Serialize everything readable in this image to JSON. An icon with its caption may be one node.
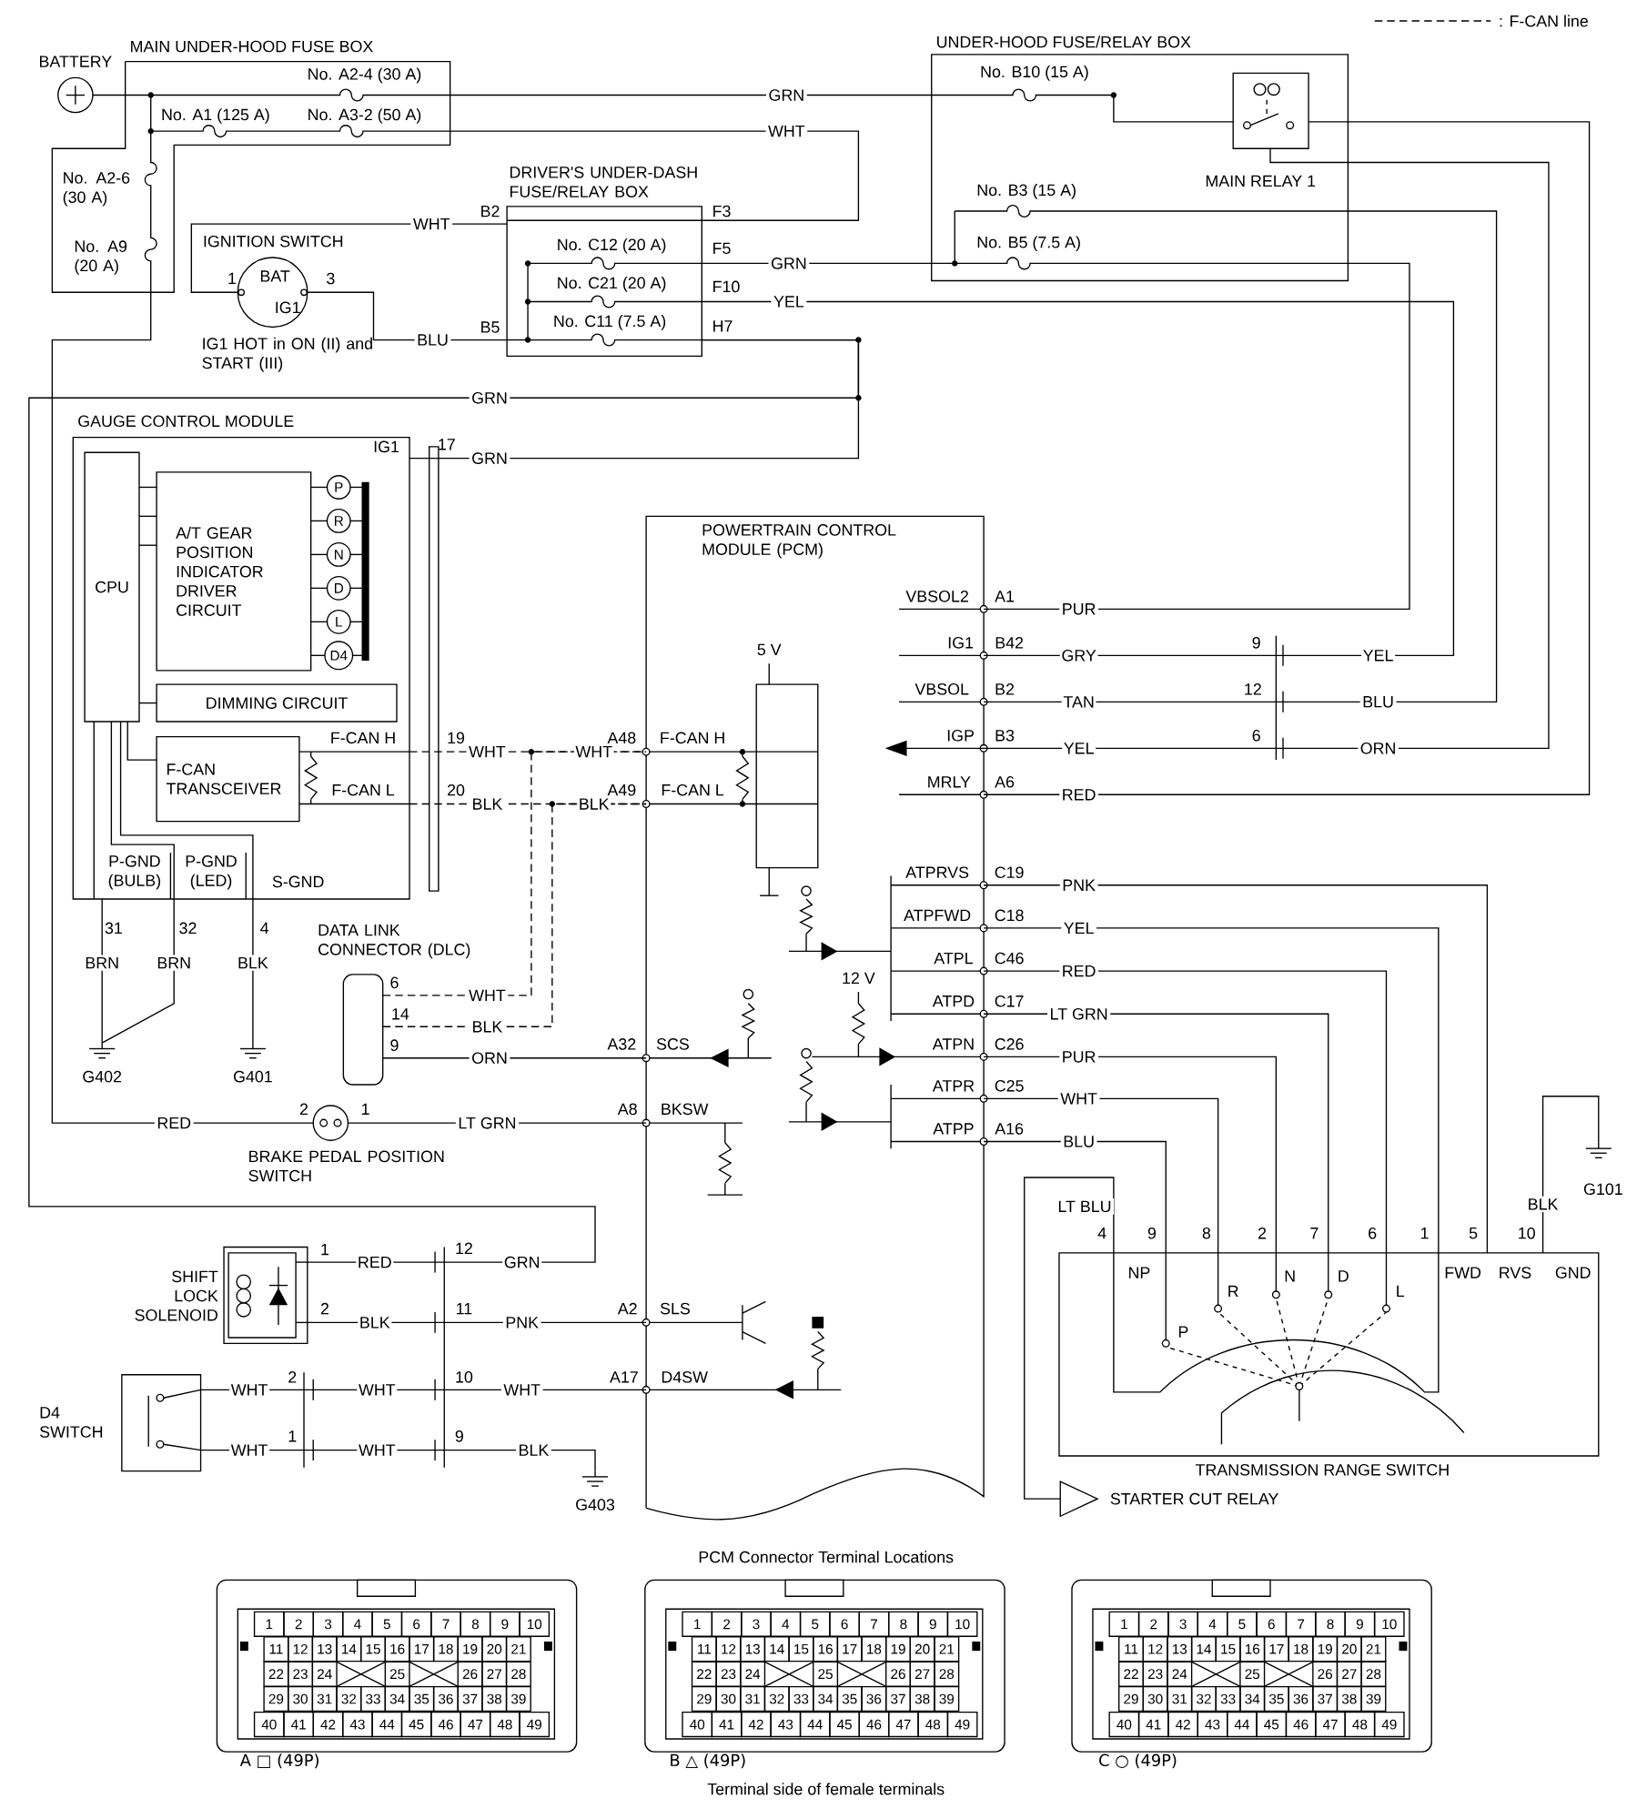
{
  "diagram": {
    "nodes": [
      {
        "text": [
          "BATTERY"
        ]
      },
      {
        "text": [
          "MAIN UNDER-HOOD FUSE BOX"
        ]
      },
      {
        "text": [
          "UNDER-HOOD FUSE/RELAY BOX"
        ]
      },
      {
        "text": [
          "MAIN RELAY 1"
        ],
        "in": 2
      },
      {
        "text": [
          "DRIVER'S UNDER-DASH FUSE/RELAY BOX"
        ]
      },
      {
        "text": [
          "IGNITION SWITCH",
          "BAT",
          "IG1"
        ],
        "beside": [
          "IG1 HOT in ON (II) and START (III)"
        ]
      },
      {
        "text": [
          "GAUGE CONTROL MODULE"
        ]
      },
      {
        "text": [
          "CPU"
        ],
        "in": 6
      },
      {
        "text": [
          "A/T GEAR POSITION INDICATOR DRIVER CIRCUIT"
        ],
        "in": 6
      },
      {
        "text": [
          "P"
        ],
        "in": 6
      },
      {
        "text": [
          "R"
        ],
        "in": 6
      },
      {
        "text": [
          "N"
        ],
        "in": 6
      },
      {
        "text": [
          "D"
        ],
        "in": 6
      },
      {
        "text": [
          "L"
        ],
        "in": 6
      },
      {
        "text": [
          "D4"
        ],
        "in": 6
      },
      {
        "text": [
          "DIMMING CIRCUIT"
        ],
        "in": 6
      },
      {
        "text": [
          "F-CAN TRANSCEIVER"
        ],
        "in": 6
      },
      {
        "text": [
          "POWERTRAIN CONTROL MODULE (PCM)"
        ]
      },
      {
        "text": [
          "DATA LINK CONNECTOR (DLC)"
        ]
      },
      {
        "text": [
          "BRAKE PEDAL POSITION SWITCH"
        ]
      },
      {
        "text": [
          "SHIFT LOCK SOLENOID"
        ]
      },
      {
        "text": [
          "D4 SWITCH"
        ]
      },
      {
        "text": [
          "TRANSMISSION RANGE SWITCH"
        ]
      },
      {
        "text": [
          "STARTER CUT RELAY"
        ]
      },
      {
        "text": [
          "G402"
        ]
      },
      {
        "text": [
          "G401"
        ]
      },
      {
        "text": [
          "G101"
        ]
      },
      {
        "text": [
          "G403"
        ]
      },
      {
        "text": [],
        "shape": "bar",
        "in": 6
      }
    ],
    "edges": [
      {
        "from": 0,
        "to": 1,
        "arrow": "none"
      },
      {
        "from": 1,
        "to": 2,
        "arrow": "none",
        "label": "GRN"
      },
      {
        "from": 1,
        "to": 4,
        "arrow": "none",
        "label": "WHT"
      },
      {
        "from": 4,
        "to": 5,
        "arrow": "none",
        "label": "WHT"
      },
      {
        "from": 5,
        "to": 4,
        "arrow": "none",
        "label": "BLU"
      },
      {
        "from": 1,
        "to": 19,
        "arrow": "none",
        "label": "RED"
      },
      {
        "from": 4,
        "to": 6,
        "arrow": "none",
        "label": "GRN"
      },
      {
        "from": 4,
        "to": 20,
        "arrow": "none",
        "label": "GRN"
      },
      {
        "from": 4,
        "to": 2,
        "arrow": "none",
        "label": "GRN"
      },
      {
        "from": 4,
        "to": 17,
        "arrow": "none",
        "label": "YEL"
      },
      {
        "from": 2,
        "to": 17,
        "arrow": "none",
        "label": "PUR"
      },
      {
        "from": 2,
        "to": 17,
        "arrow": "none",
        "label": "BLU"
      },
      {
        "from": 2,
        "to": 17,
        "arrow": "to",
        "label": "ORN"
      },
      {
        "from": 3,
        "to": 17,
        "arrow": "none",
        "label": "RED"
      },
      {
        "from": 6,
        "to": 17,
        "arrow": "none",
        "label": "WHT",
        "style": "dashed"
      },
      {
        "from": 6,
        "to": 17,
        "arrow": "none",
        "label": "BLK",
        "style": "dashed"
      },
      {
        "from": 18,
        "to": 17,
        "arrow": "none",
        "label": "WHT",
        "style": "dashed"
      },
      {
        "from": 18,
        "to": 17,
        "arrow": "none",
        "label": "BLK",
        "style": "dashed"
      },
      {
        "from": 18,
        "to": 17,
        "arrow": "none",
        "label": "ORN"
      },
      {
        "from": 19,
        "to": 17,
        "arrow": "none",
        "label": "LT GRN"
      },
      {
        "from": 20,
        "to": 17,
        "arrow": "none",
        "label": "PNK"
      },
      {
        "from": 21,
        "to": 17,
        "arrow": "none",
        "label": "WHT"
      },
      {
        "from": 21,
        "to": 27,
        "arrow": "none",
        "label": "BLK"
      },
      {
        "from": 6,
        "to": 24,
        "arrow": "none",
        "label": "BRN"
      },
      {
        "from": 6,
        "to": 24,
        "arrow": "none",
        "label": "BRN"
      },
      {
        "from": 6,
        "to": 25,
        "arrow": "none",
        "label": "BLK"
      },
      {
        "from": 17,
        "to": 22,
        "arrow": "none",
        "label": "PNK"
      },
      {
        "from": 17,
        "to": 22,
        "arrow": "none",
        "label": "YEL"
      },
      {
        "from": 17,
        "to": 22,
        "arrow": "none",
        "label": "RED"
      },
      {
        "from": 17,
        "to": 22,
        "arrow": "none",
        "label": "LT GRN"
      },
      {
        "from": 17,
        "to": 22,
        "arrow": "none",
        "label": "PUR"
      },
      {
        "from": 17,
        "to": 22,
        "arrow": "none",
        "label": "WHT"
      },
      {
        "from": 17,
        "to": 22,
        "arrow": "none",
        "label": "BLU"
      },
      {
        "from": 22,
        "to": 23,
        "arrow": "none",
        "label": "LT BLU"
      },
      {
        "from": 22,
        "to": 26,
        "arrow": "none",
        "label": "BLK"
      },
      {
        "from": 7,
        "to": 8,
        "arrow": "none"
      },
      {
        "from": 7,
        "to": 15,
        "arrow": "none"
      },
      {
        "from": 7,
        "to": 16,
        "arrow": "none"
      },
      {
        "from": 8,
        "to": 9,
        "arrow": "none"
      },
      {
        "from": 8,
        "to": 10,
        "arrow": "none"
      },
      {
        "from": 8,
        "to": 11,
        "arrow": "none"
      },
      {
        "from": 8,
        "to": 12,
        "arrow": "none"
      },
      {
        "from": 8,
        "to": 13,
        "arrow": "none"
      },
      {
        "from": 8,
        "to": 14,
        "arrow": "none"
      },
      {
        "from": 7,
        "to": 8,
        "arrow": "none"
      },
      {
        "from": 7,
        "to": 8,
        "arrow": "none"
      },
      {
        "from": 9,
        "to": 28,
        "arrow": "none"
      },
      {
        "from": 10,
        "to": 28,
        "arrow": "none"
      },
      {
        "from": 11,
        "to": 28,
        "arrow": "none"
      },
      {
        "from": 12,
        "to": 28,
        "arrow": "none"
      },
      {
        "from": 13,
        "to": 28,
        "arrow": "none"
      },
      {
        "from": 14,
        "to": 28,
        "arrow": "none"
      }
    ],
    "labels": [
      "No. A2-4 (30 A)",
      "No. A1 (125 A)",
      "No. A3-2 (50 A)",
      "No. A2-6 (30 A)",
      "No. A9 (20 A)",
      "No. B10 (15 A)",
      "No. B3 (15 A)",
      "No. C12 (20 A)",
      "No. B5 (7.5 A)",
      "No. C21 (20 A)",
      "No. C11 (7.5 A)",
      "B2",
      "F3",
      "F5",
      "F10",
      "B5",
      "H7",
      "1",
      "3",
      "IG1",
      "17",
      "F-CAN H",
      "19",
      "F-CAN L",
      "20",
      "P-GND (BULB)",
      "P-GND (LED)",
      "S-GND",
      "31",
      "32",
      "4",
      "WHT",
      "BLK",
      "A48",
      "F-CAN H",
      "A49",
      "F-CAN L",
      "5 V",
      "VBSOL2",
      "A1",
      "IG1",
      "B42",
      "GRY",
      "9",
      "YEL",
      "VBSOL",
      "B2",
      "TAN",
      "12",
      "IGP",
      "B3",
      "YEL",
      "6",
      "MRLY",
      "A6",
      "ATPRVS",
      "C19",
      "ATPFWD",
      "C18",
      "ATPL",
      "C46",
      "ATPD",
      "C17",
      "12 V",
      "ATPN",
      "C26",
      "ATPR",
      "C25",
      "ATPP",
      "A16",
      "6",
      "14",
      "9",
      "A32",
      "SCS",
      "2",
      "1",
      "A8",
      "BKSW",
      "1",
      "RED",
      "12",
      "GRN",
      "2",
      "BLK",
      "11",
      "A2",
      "SLS",
      "2",
      "WHT",
      "WHT",
      "10",
      "A17",
      "D4SW",
      "1",
      "WHT",
      "WHT",
      "9",
      "4",
      "9",
      "8",
      "2",
      "7",
      "6",
      "1",
      "5",
      "10",
      "NP",
      "R",
      "N",
      "D",
      "L",
      "P",
      "FWD",
      "RVS",
      "GND",
      "PCM Connector Terminal Locations",
      "A □ (49P)",
      "B △ (49P)",
      "C ○ (49P)",
      "Terminal side of female terminals",
      "1",
      "2",
      "3",
      "4",
      "5",
      "6",
      "7",
      "8",
      "9",
      "10",
      "11",
      "12",
      "13",
      "14",
      "15",
      "16",
      "17",
      "18",
      "19",
      "20",
      "21",
      "22",
      "23",
      "24",
      "25",
      "26",
      "27",
      "28",
      "29",
      "30",
      "31",
      "32",
      "33",
      "34",
      "35",
      "36",
      "37",
      "38",
      "39",
      "40",
      "41",
      "42",
      "43",
      "44",
      "45",
      "46",
      "47",
      "48",
      "49",
      "1",
      "2",
      "3",
      "4",
      "5",
      "6",
      "7",
      "8",
      "9",
      "10",
      "11",
      "12",
      "13",
      "14",
      "15",
      "16",
      "17",
      "18",
      "19",
      "20",
      "21",
      "22",
      "23",
      "24",
      "25",
      "26",
      "27",
      "28",
      "29",
      "30",
      "31",
      "32",
      "33",
      "34",
      "35",
      "36",
      "37",
      "38",
      "39",
      "40",
      "41",
      "42",
      "43",
      "44",
      "45",
      "46",
      "47",
      "48",
      "49",
      "1",
      "2",
      "3",
      "4",
      "5",
      "6",
      "7",
      "8",
      "9",
      "10",
      "11",
      "12",
      "13",
      "14",
      "15",
      "16",
      "17",
      "18",
      "19",
      "20",
      "21",
      "22",
      "23",
      "24",
      "25",
      "26",
      "27",
      "28",
      "29",
      "30",
      "31",
      "32",
      "33",
      "34",
      "35",
      "36",
      "37",
      "38",
      "39",
      "40",
      "41",
      "42",
      "43",
      "44",
      "45",
      "46",
      "47",
      "48",
      "49"
    ],
    "legend": [
      {
        "text": ": F-CAN line"
      }
    ]
  }
}
